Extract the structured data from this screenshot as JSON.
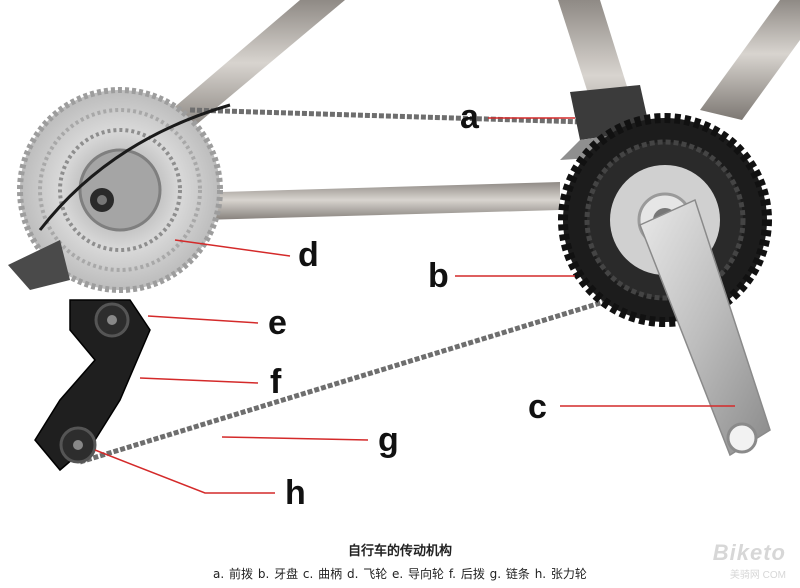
{
  "labels": {
    "a": "a",
    "b": "b",
    "c": "c",
    "d": "d",
    "e": "e",
    "f": "f",
    "g": "g",
    "h": "h"
  },
  "caption": {
    "title": "自行车的传动机构",
    "legend": "a. 前拨  b. 牙盘  c. 曲柄  d. 飞轮  e. 导向轮  f. 后拨  g. 链条  h. 张力轮"
  },
  "watermark": {
    "text": "Biketo",
    "sub": "美骑网 COM"
  },
  "colors": {
    "leader": "#d42a2a",
    "frame": "#b9b4ae",
    "chainring": "#1b1b1b",
    "cassette": "#cfcfcf",
    "crank": "#c9c9c9"
  }
}
